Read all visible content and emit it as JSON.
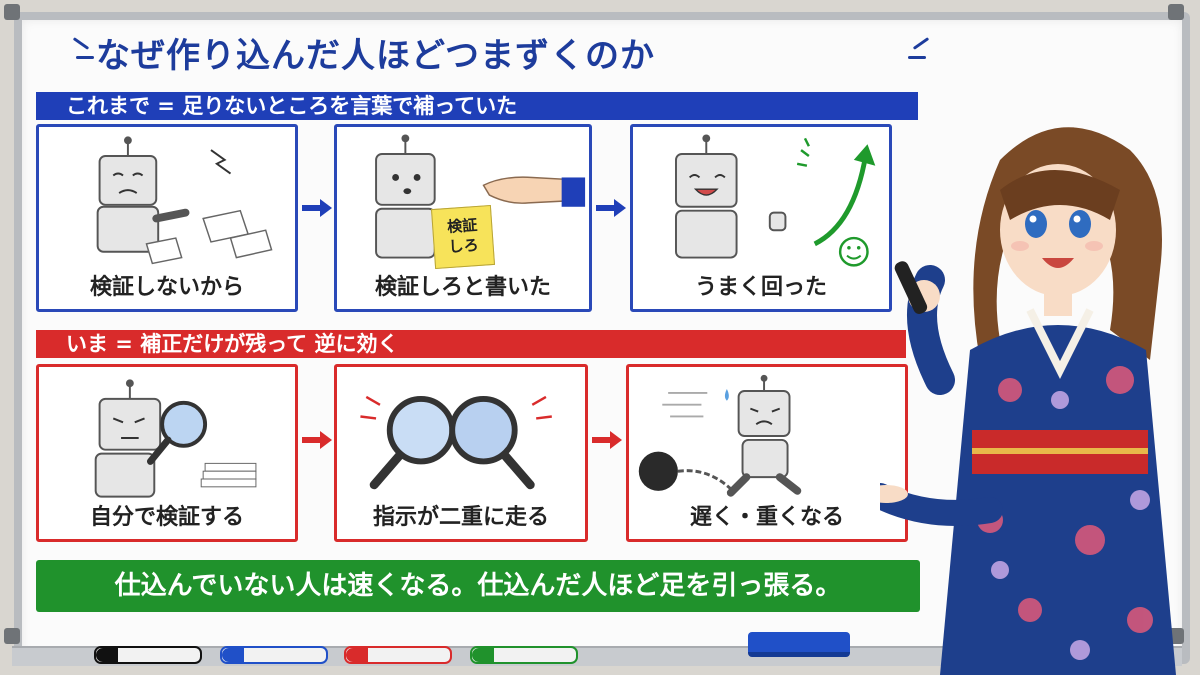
{
  "title": "なぜ作り込んだ人ほどつまずくのか",
  "section_before": {
    "label": "これまで = 足りないところを言葉で補っていた",
    "panels": [
      {
        "caption": "検証しないから"
      },
      {
        "caption": "検証しろと書いた",
        "sticky_note": "検証\nしろ"
      },
      {
        "caption": "うまく回った"
      }
    ]
  },
  "section_now": {
    "label": "いま = 補正だけが残って 逆に効く",
    "panels": [
      {
        "caption": "自分で検証する"
      },
      {
        "caption": "指示が二重に走る"
      },
      {
        "caption": "遅く・重くなる"
      }
    ]
  },
  "conclusion": "仕込んでいない人は速くなる。仕込んだ人ほど足を引っ張る。",
  "colors": {
    "title": "#1d3c9c",
    "blue_band": "#1f3fb8",
    "red_band": "#d92b2b",
    "green_band": "#20922c",
    "markers": [
      "#111111",
      "#2050c8",
      "#d92b2b",
      "#20922c"
    ]
  }
}
